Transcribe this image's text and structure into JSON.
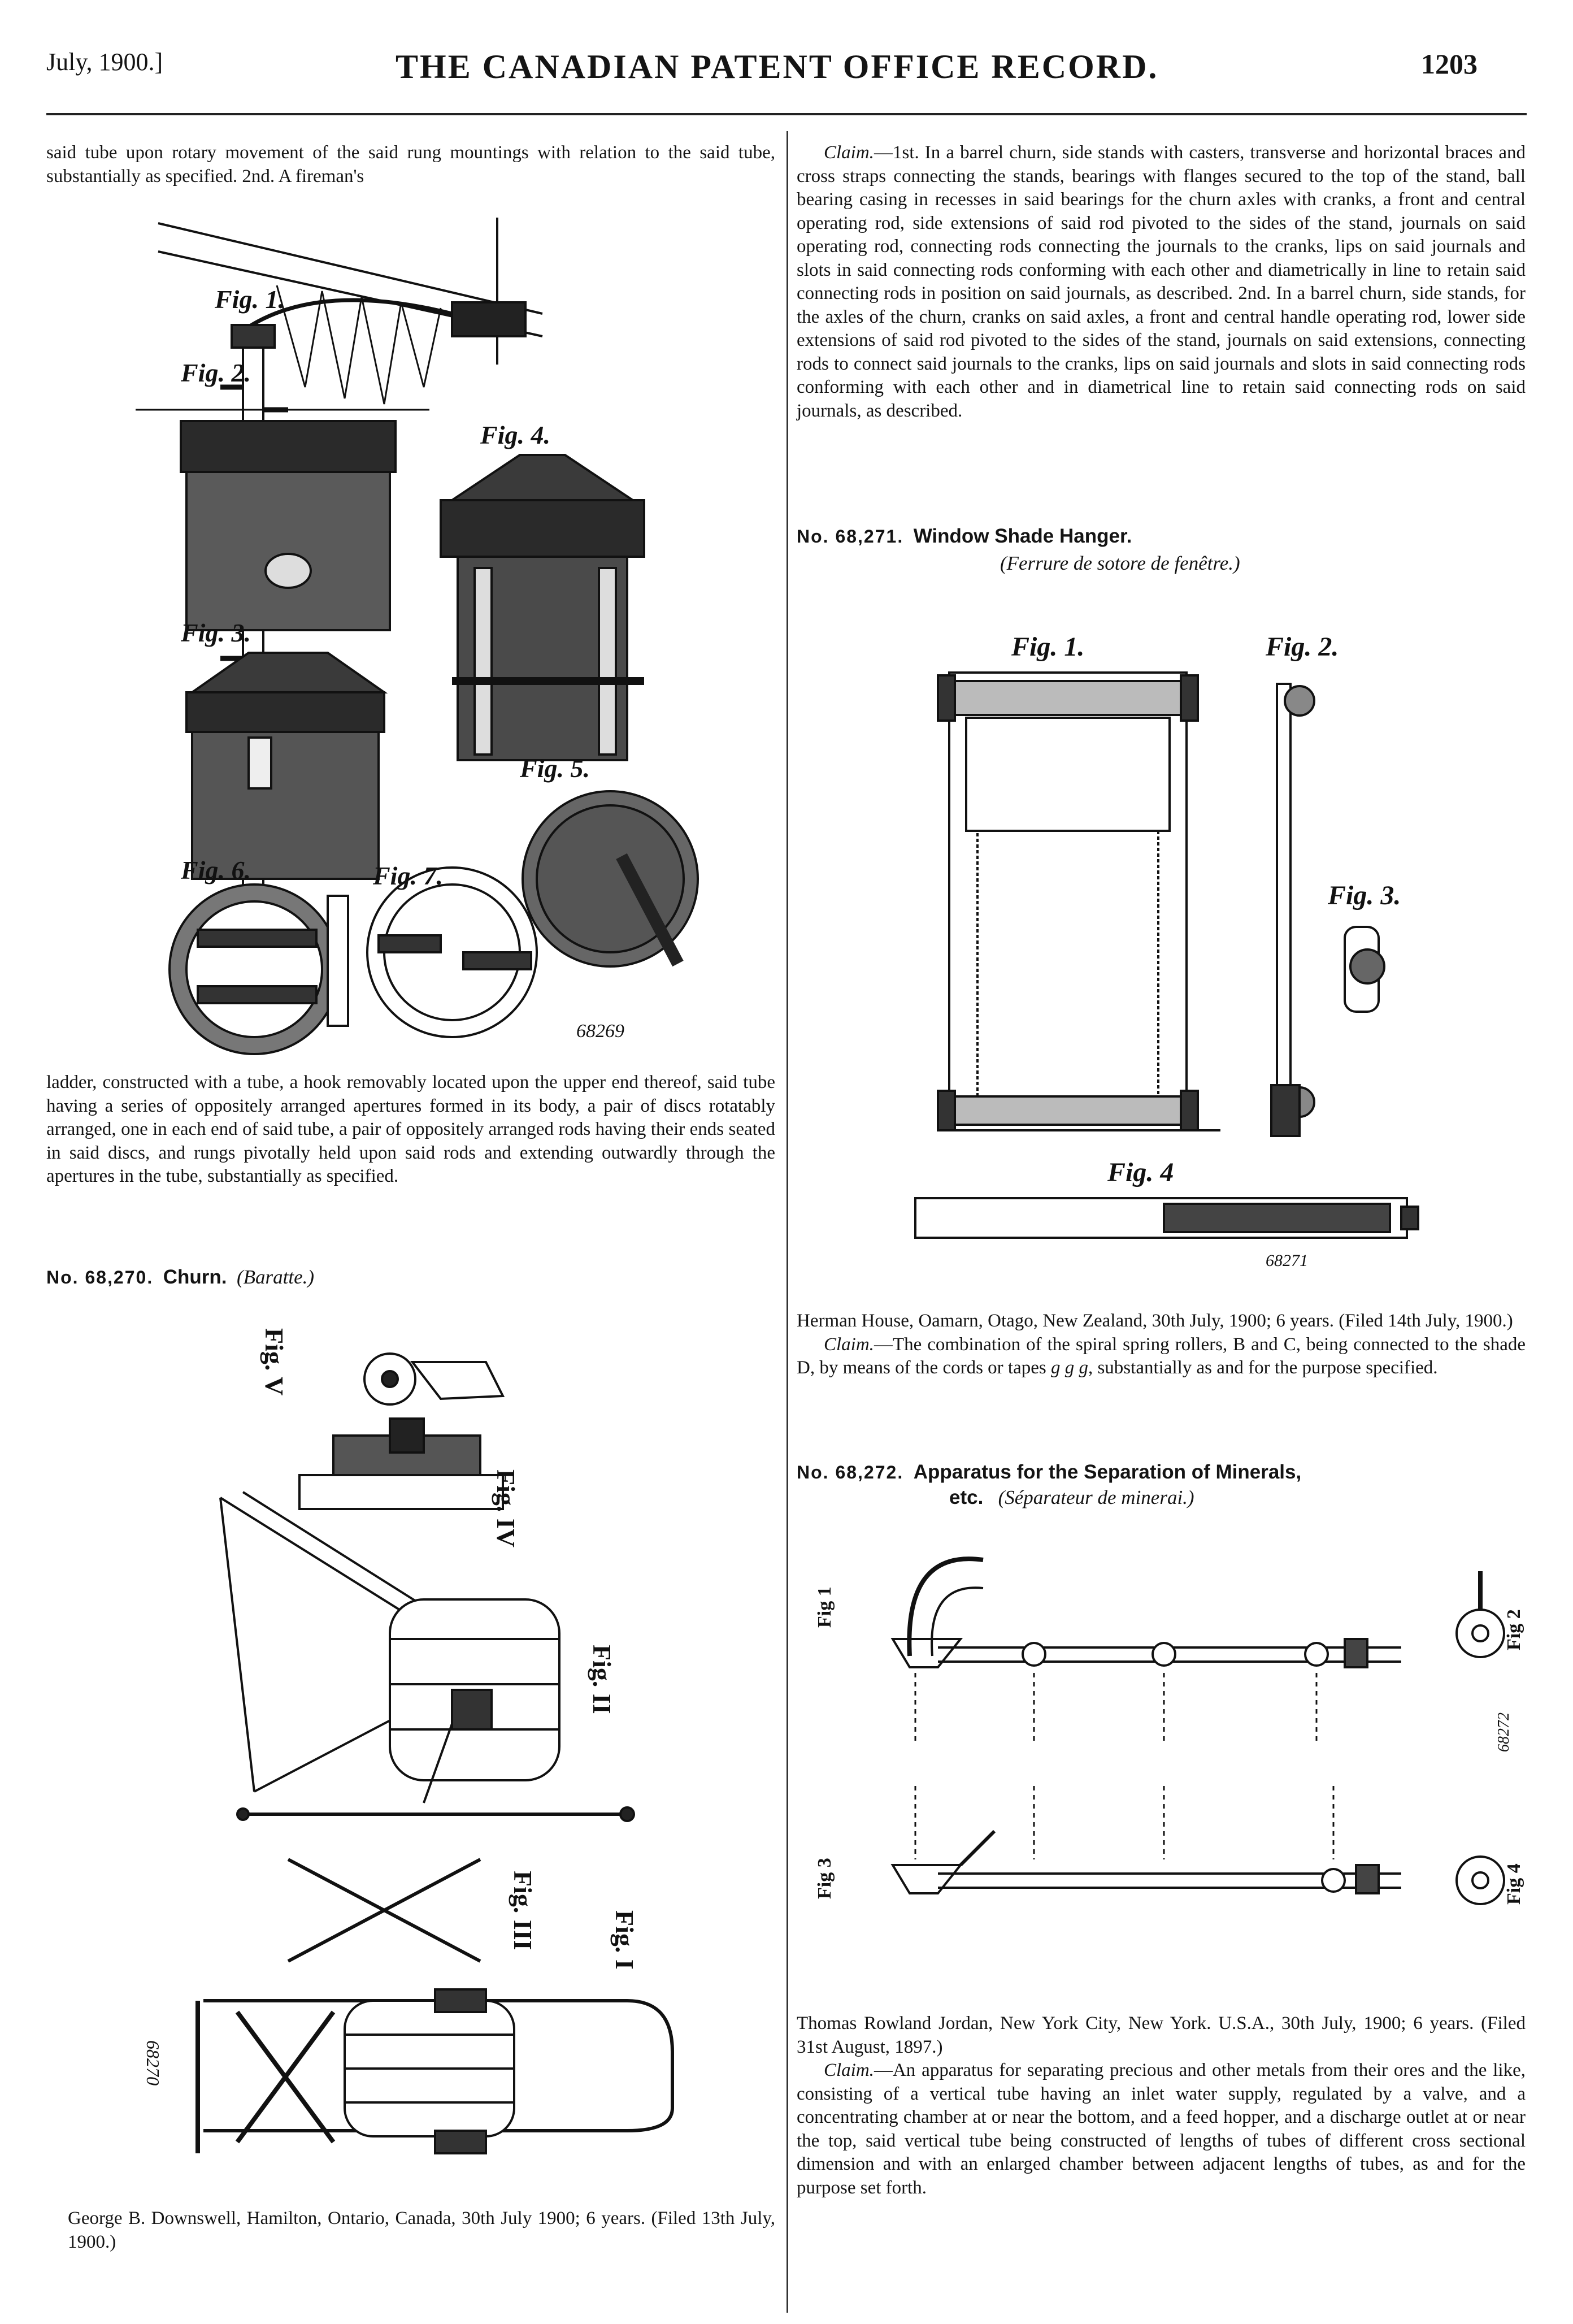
{
  "header": {
    "date": "July, 1900.]",
    "title": "THE CANADIAN PATENT OFFICE RECORD.",
    "page_number": "1203"
  },
  "left_column": {
    "intro_text": "said tube upon rotary movement of the said rung mountings with relation to the said tube, substantially as specified. 2nd. A fireman's",
    "ladder_figure": {
      "labels": [
        "Fig. 1.",
        "Fig. 2.",
        "Fig. 3.",
        "Fig. 4.",
        "Fig. 5.",
        "Fig. 6.",
        "Fig. 7."
      ],
      "drawing_number": "68269"
    },
    "continuation_text": "ladder, constructed with a tube, a hook removably located upon the upper end thereof, said tube having a series of oppositely arranged apertures formed in its body, a pair of discs rotatably arranged, one in each end of said tube, a pair of oppositely arranged rods having their ends seated in said discs, and rungs pivotally held upon said rods and extending outwardly through the apertures in the tube, substantially as specified.",
    "patent_68270": {
      "number": "No. 68,270.",
      "name": "Churn.",
      "translation": "(Baratte.)",
      "figure_labels": [
        "Fig. V",
        "Fig. IV",
        "Fig. II",
        "Fig. III",
        "Fig. I"
      ],
      "drawing_number": "68270",
      "inventor": "George B. Downswell, Hamilton, Ontario, Canada, 30th July 1900; 6 years. (Filed 13th July, 1900.)"
    }
  },
  "right_column": {
    "patent_68270_claim": {
      "label": "Claim.",
      "text": "—1st. In a barrel churn, side stands with casters, transverse and horizontal braces and cross straps connecting the stands, bearings with flanges secured to the top of the stand, ball bearing casing in recesses in said bearings for the churn axles with cranks, a front and central operating rod, side extensions of said rod pivoted to the sides of the stand, journals on said operating rod, connecting rods connecting the journals to the cranks, lips on said journals and slots in said connecting rods conforming with each other and diametrically in line to retain said connecting rods in position on said journals, as described. 2nd. In a barrel churn, side stands, for the axles of the churn, cranks on said axles, a front and central handle operating rod, lower side extensions of said rod pivoted to the sides of the stand, journals on said extensions, connecting rods to connect said journals to the cranks, lips on said journals and slots in said connecting rods conforming with each other and in diametrical line to retain said connecting rods on said journals, as described."
    },
    "patent_68271": {
      "number": "No. 68,271.",
      "name": "Window Shade Hanger.",
      "translation": "(Ferrure de sotore de fenêtre.)",
      "figure_labels": [
        "Fig. 1.",
        "Fig. 2.",
        "Fig. 3.",
        "Fig. 4"
      ],
      "drawing_number": "68271",
      "inventor": "Herman House, Oamarn, Otago, New Zealand, 30th July, 1900; 6 years. (Filed 14th July, 1900.)",
      "claim_label": "Claim.",
      "claim_text_1": "—The combination of the spiral spring rollers, B and C, being connected to the shade D, by means of the cords or tapes ",
      "claim_letters": "g g g",
      "claim_text_2": ", substantially as and for the purpose specified."
    },
    "patent_68272": {
      "number": "No. 68,272.",
      "name_line1": "Apparatus for the Separation of Minerals,",
      "name_line2": "etc.",
      "translation": "(Séparateur de minerai.)",
      "figure_labels": [
        "Fig 1",
        "Fig 2",
        "Fig 3",
        "Fig 4"
      ],
      "drawing_number": "68272",
      "inventor": "Thomas Rowland Jordan, New York City, New York. U.S.A., 30th July, 1900; 6 years. (Filed 31st August, 1897.)",
      "claim_label": "Claim.",
      "claim_text": "—An apparatus for separating precious and other metals from their ores and the like, consisting of a vertical tube having an inlet water supply, regulated by a valve, and a concentrating chamber at or near the bottom, and a feed hopper, and a discharge outlet at or near the top, said vertical tube being constructed of lengths of tubes of different cross sectional dimension and with an enlarged chamber between adjacent lengths of tubes, as and for the purpose set forth."
    }
  }
}
